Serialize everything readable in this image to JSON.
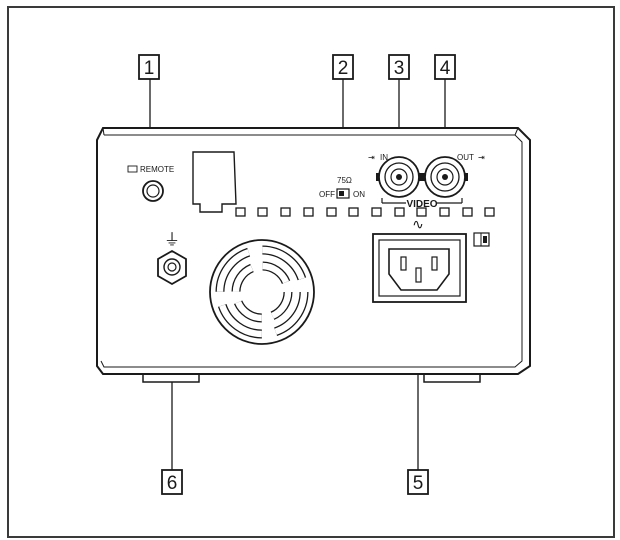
{
  "callouts": [
    {
      "id": "1",
      "label": "1"
    },
    {
      "id": "2",
      "label": "2"
    },
    {
      "id": "3",
      "label": "3"
    },
    {
      "id": "4",
      "label": "4"
    },
    {
      "id": "5",
      "label": "5"
    },
    {
      "id": "6",
      "label": "6"
    }
  ],
  "panel_labels": {
    "remote": "REMOTE",
    "video_in": "IN",
    "video_out": "OUT",
    "video_group": "VIDEO",
    "termination_value": "75Ω",
    "termination_off": "OFF",
    "termination_on": "ON",
    "ground_symbol": "⏚",
    "ac_symbol": "∿"
  },
  "colors": {
    "line": "#1a1a1a",
    "panel_fill": "#ffffff",
    "frame": "#3a3a3a"
  }
}
